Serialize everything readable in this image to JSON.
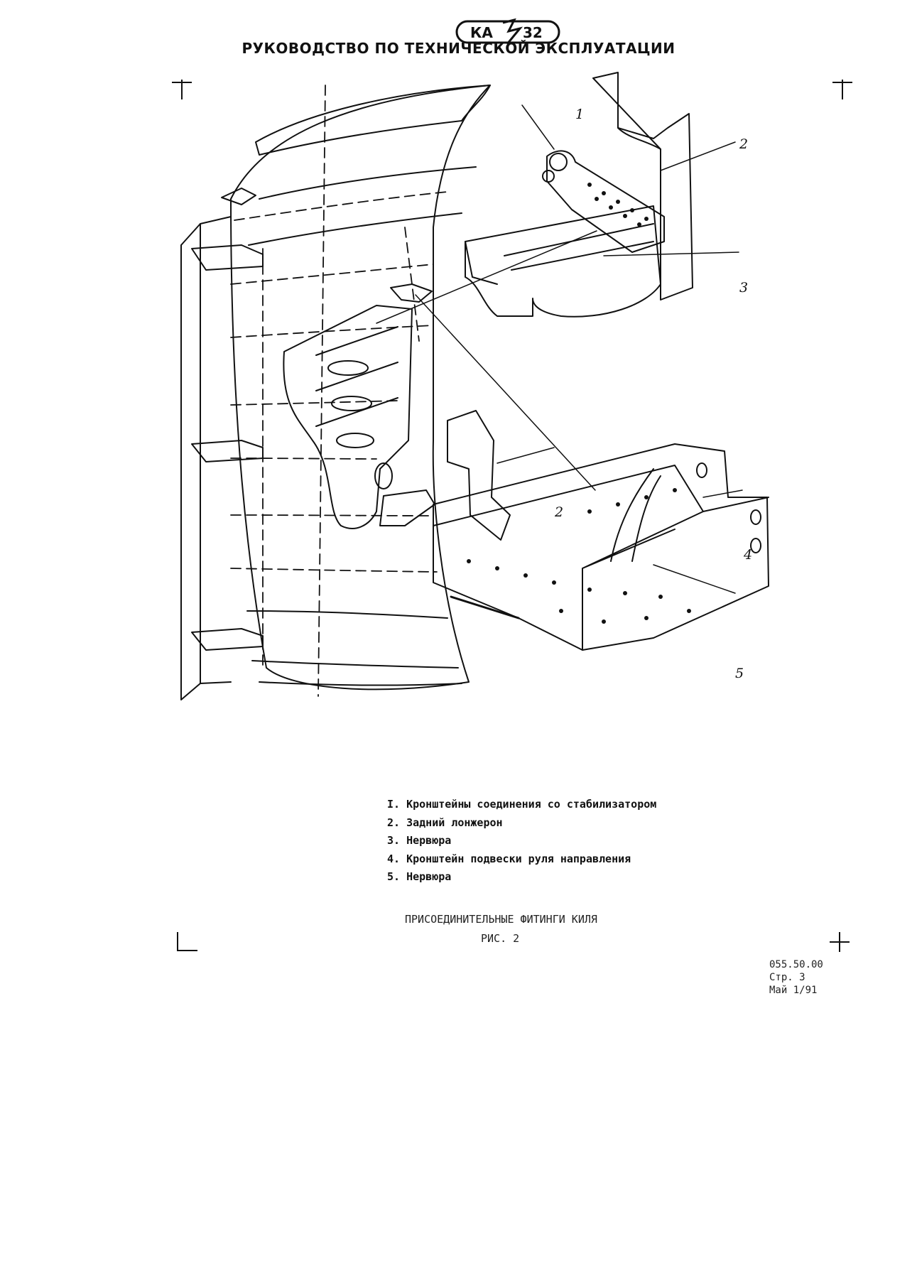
{
  "header": {
    "logo_text": "КА",
    "logo_number": "32",
    "title": "РУКОВОДСТВО ПО ТЕХНИЧЕСКОЙ ЭКСПЛУАТАЦИИ"
  },
  "figure": {
    "callouts": [
      "1",
      "2",
      "3",
      "2",
      "4",
      "5"
    ]
  },
  "legend": [
    "I. Кронштейны соединения со стабилизатором",
    "2. Задний лонжерон",
    "3. Нервюра",
    "4. Кронштейн подвески руля направления",
    "5. Нервюра"
  ],
  "caption": {
    "title": "ПРИСОЕДИНИТЕЛЬНЫЕ ФИТИНГИ КИЛЯ",
    "figure_number": "РИС. 2"
  },
  "document_code": {
    "code": "055.50.00",
    "page": "Стр. 3",
    "date": "Май 1/91"
  }
}
